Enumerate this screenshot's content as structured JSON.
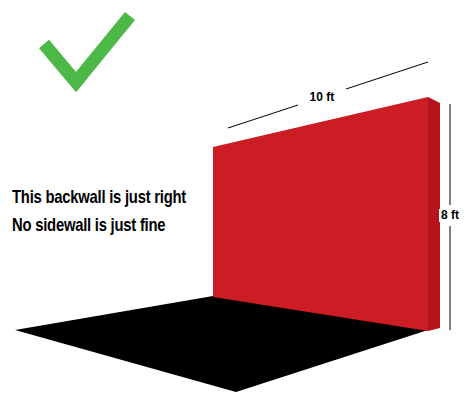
{
  "diagram": {
    "labels": [
      "This backwall is just right",
      "No sidewall is just fine",
      "10 ft",
      "8 ft"
    ]
  }
}
